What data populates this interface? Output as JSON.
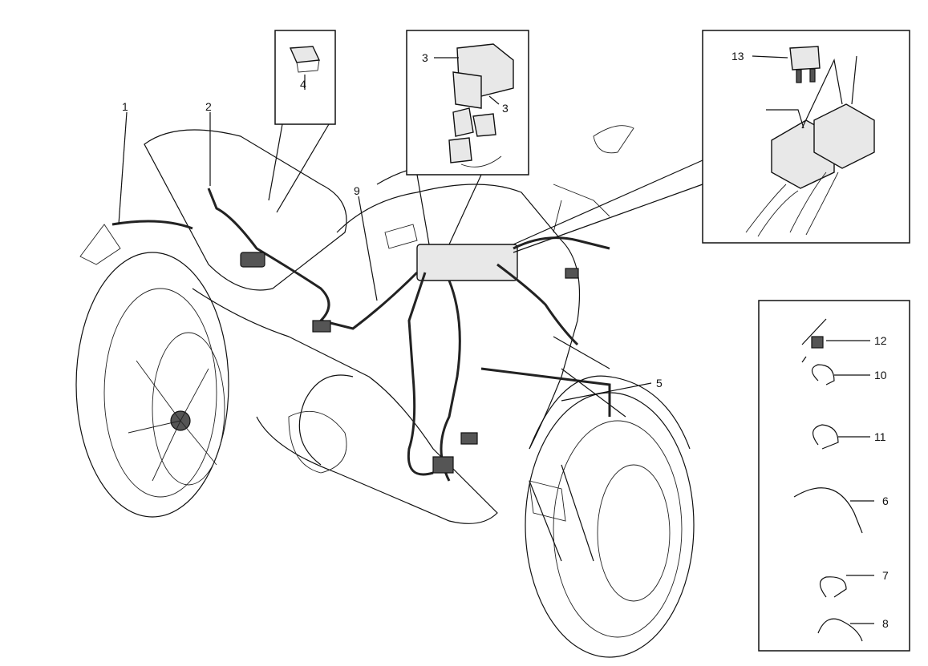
{
  "diagram": {
    "title": "Vehicle electrical system exploded view",
    "callouts": {
      "c1": "1",
      "c2": "2",
      "c3a": "3",
      "c3b": "3",
      "c4": "4",
      "c5": "5",
      "c6": "6",
      "c7": "7",
      "c8": "8",
      "c9": "9",
      "c10": "10",
      "c11": "11",
      "c12": "12",
      "c13": "13"
    }
  }
}
